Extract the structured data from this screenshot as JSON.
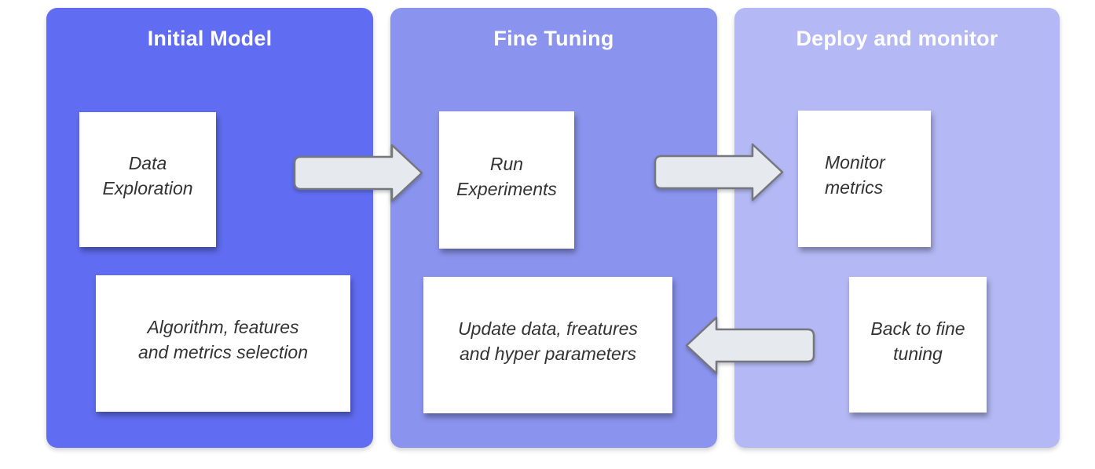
{
  "diagram": {
    "title_semantic": "ml-model-lifecycle-flow",
    "columns": [
      {
        "title": "Initial Model",
        "color": "#606DF2"
      },
      {
        "title": "Fine Tuning",
        "color": "#8A94EE"
      },
      {
        "title": "Deploy and monitor",
        "color": "#B4B9F5"
      }
    ],
    "cards": [
      {
        "text": "Data\nExploration"
      },
      {
        "text": "Algorithm, features\nand metrics selection"
      },
      {
        "text": "Run\nExperiments"
      },
      {
        "text": "Update data, freatures\nand hyper parameters"
      },
      {
        "text": "Monitor\nmetrics"
      },
      {
        "text": "Back to fine\ntuning"
      }
    ],
    "arrows": [
      {
        "name": "initial-to-fine-tuning",
        "direction": "right"
      },
      {
        "name": "fine-tuning-to-deploy",
        "direction": "right"
      },
      {
        "name": "deploy-back-to-fine-tuning",
        "direction": "left"
      }
    ],
    "colors": {
      "card_background": "#FFFFFF",
      "card_text": "#333333",
      "title_text": "#FFFFFF",
      "arrow_fill": "#E6E9ED",
      "arrow_stroke": "#74787E",
      "page_background": "#FFFFFF"
    }
  }
}
